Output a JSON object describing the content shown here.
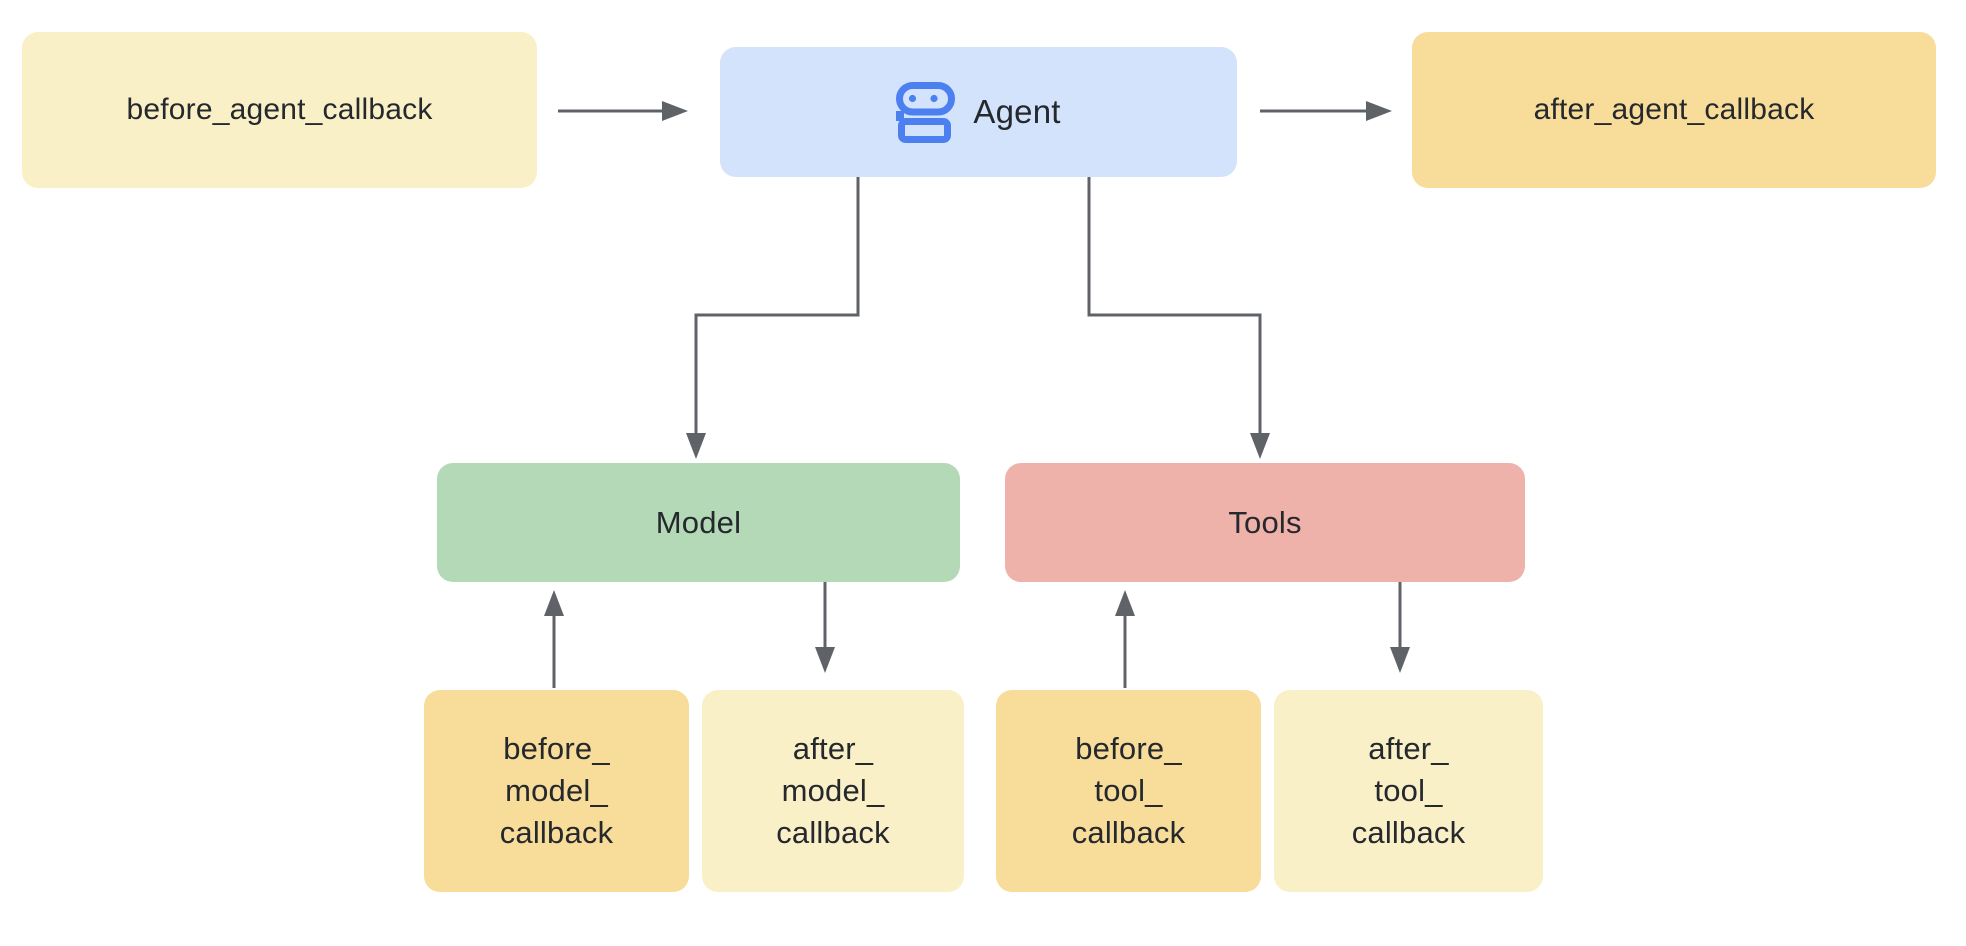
{
  "diagram": {
    "nodes": {
      "before_agent": {
        "label": "before_agent_callback",
        "fill": "#FAF0C8"
      },
      "agent": {
        "label": "Agent",
        "icon": "robot-icon",
        "fill": "#D3E3FC"
      },
      "after_agent": {
        "label": "after_agent_callback",
        "fill": "#F7DC9A"
      },
      "model": {
        "label": "Model",
        "fill": "#B4D9B7"
      },
      "tools": {
        "label": "Tools",
        "fill": "#EFB2AA"
      },
      "before_model": {
        "lines": [
          "before_",
          "model_",
          "callback"
        ],
        "fill": "#F7DC9A"
      },
      "after_model": {
        "lines": [
          "after_",
          "model_",
          "callback"
        ],
        "fill": "#FAF0C8"
      },
      "before_tool": {
        "lines": [
          "before_",
          "tool_",
          "callback"
        ],
        "fill": "#F7DC9A"
      },
      "after_tool": {
        "lines": [
          "after_",
          "tool_",
          "callback"
        ],
        "fill": "#FAF0C8"
      }
    },
    "colors": {
      "cream": "#FAF0C8",
      "yellow": "#F7DC9A",
      "agent_blue": "#D3E3FC",
      "icon_blue": "#4C80F1",
      "green": "#B4D9B7",
      "salmon": "#EFB2AA",
      "connector_gray": "#5F6368",
      "text": "#25282C",
      "background": "#FFFFFF"
    },
    "edges": [
      "before_agent_callback -> Agent",
      "Agent -> after_agent_callback",
      "Agent -> Model",
      "Agent -> Tools",
      "before_model_callback -> Model",
      "Model -> after_model_callback",
      "before_tool_callback -> Tools",
      "Tools -> after_tool_callback"
    ]
  }
}
